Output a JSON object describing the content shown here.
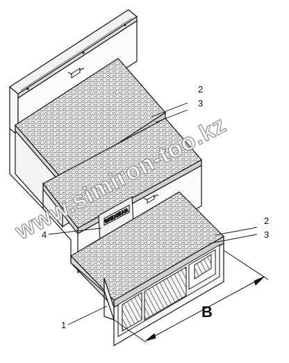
{
  "diagram": {
    "watermark": "www.simiron-too.kz",
    "plate_text": "BRIDGEAN",
    "dimension_label": "B",
    "callouts": [
      {
        "id": "c1",
        "label": "1"
      },
      {
        "id": "c2a",
        "label": "2"
      },
      {
        "id": "c3a",
        "label": "3"
      },
      {
        "id": "c4",
        "label": "4"
      },
      {
        "id": "c2b",
        "label": "2"
      },
      {
        "id": "c3b",
        "label": "3"
      }
    ]
  },
  "colors": {
    "line": "#111111",
    "tread_fill": "#e9e9e9",
    "hole_fill": "#ffffff",
    "panel_fill": "#f4f4f4",
    "watermark_stroke": "#8a8a8a"
  }
}
